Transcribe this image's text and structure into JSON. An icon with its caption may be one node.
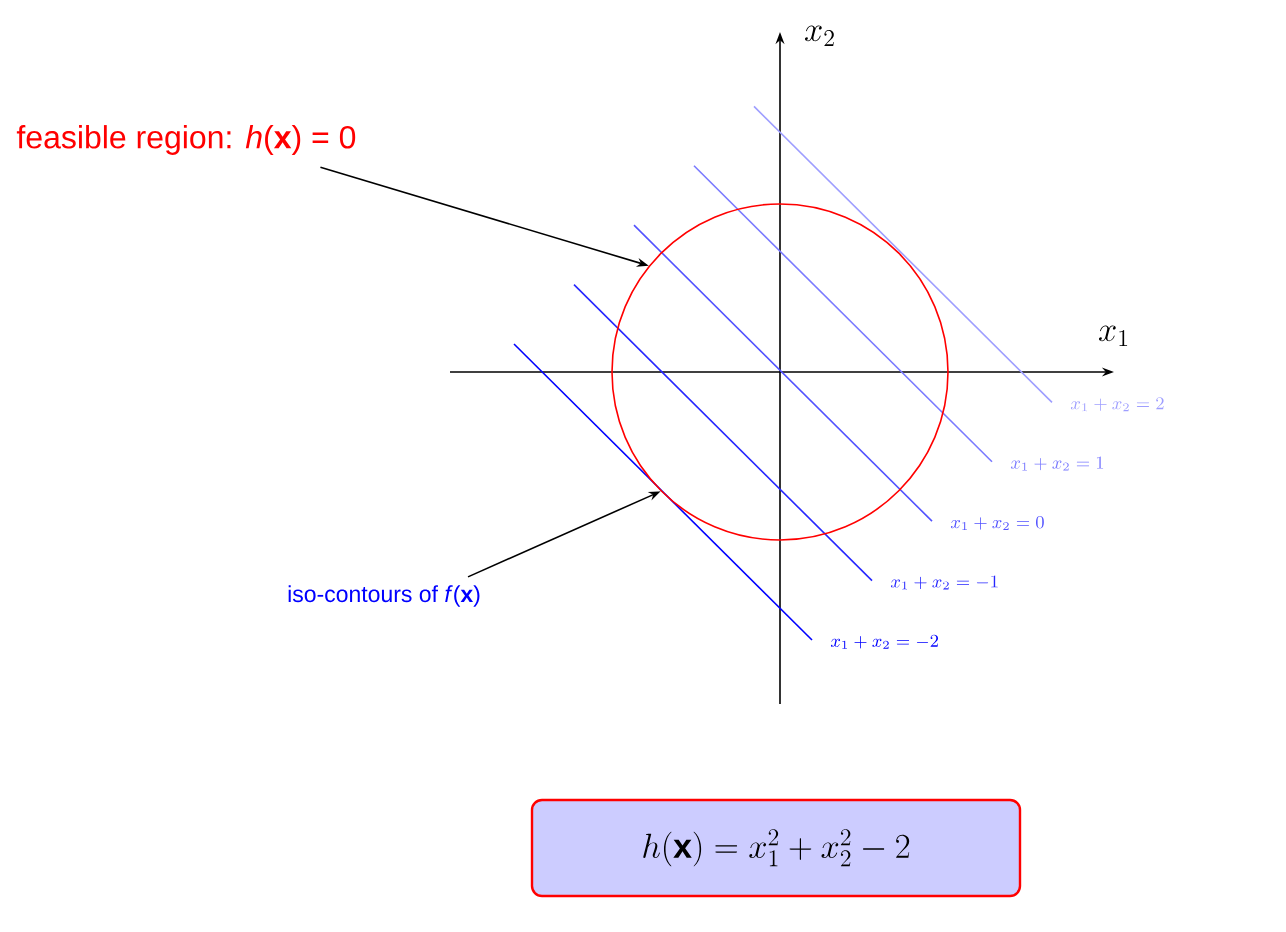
{
  "diagram": {
    "nodes": [
      {
        "text": [
          "feasible region: *h*(**x**) = 0"
        ]
      },
      {
        "text": [],
        "shape": "circle"
      },
      {
        "text": [
          "iso-contours of *f*(**x**)"
        ]
      },
      {
        "text": [
          "h(\\mathbf{x}) = x_1^2 + x_2^2 - 2"
        ]
      }
    ],
    "edges": [
      {
        "from": 0,
        "to": 1,
        "arrow": "to"
      },
      {
        "from": 2,
        "to": 1,
        "arrow": "to"
      }
    ],
    "labels": [
      "x_2",
      "x_1",
      "x_1 + x_2 = -2",
      "x_1 + x_2 = -1",
      "x_1 + x_2 = 0",
      "x_1 + x_2 = 1",
      "x_1 + x_2 = 2"
    ]
  }
}
